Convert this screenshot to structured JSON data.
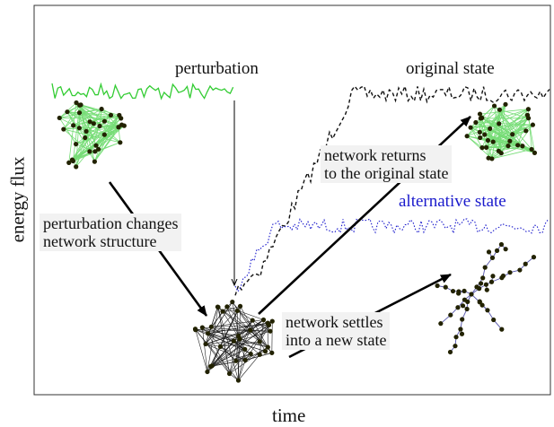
{
  "axes": {
    "xlabel": "time",
    "ylabel": "energy flux"
  },
  "labels": {
    "perturbation": "perturbation",
    "original_state": "original state",
    "alternative_state": "alternative state",
    "perturbation_changes": [
      "perturbation changes",
      "network structure"
    ],
    "network_returns": [
      "network returns",
      "to the original state"
    ],
    "network_settles": [
      "network settles",
      "into a new state"
    ]
  },
  "colors": {
    "stable_signal": "#33cc33",
    "original_path": "#111111",
    "alternative_path": "#1a1acc",
    "alternative_text": "#1a1acc",
    "node": "#222200",
    "stable_edge": "#77dd77",
    "perturbed_edge": "#222222",
    "alt_edge": "#5555aa"
  }
}
